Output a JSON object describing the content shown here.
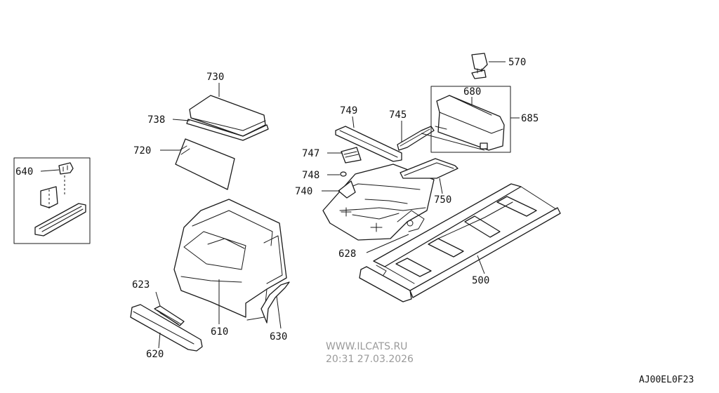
{
  "diagram": {
    "callouts": {
      "p500": "500",
      "p570": "570",
      "p610": "610",
      "p620": "620",
      "p623": "623",
      "p628": "628",
      "p630": "630",
      "p640": "640",
      "p680": "680",
      "p685": "685",
      "p720": "720",
      "p730": "730",
      "p738": "738",
      "p740": "740",
      "p745": "745",
      "p747": "747",
      "p748": "748",
      "p749": "749",
      "p750": "750"
    },
    "watermark": {
      "site": "WWW.ILCATS.RU",
      "timestamp": "20:31 27.03.2026"
    },
    "diagram_code": "AJ00EL0F23"
  }
}
